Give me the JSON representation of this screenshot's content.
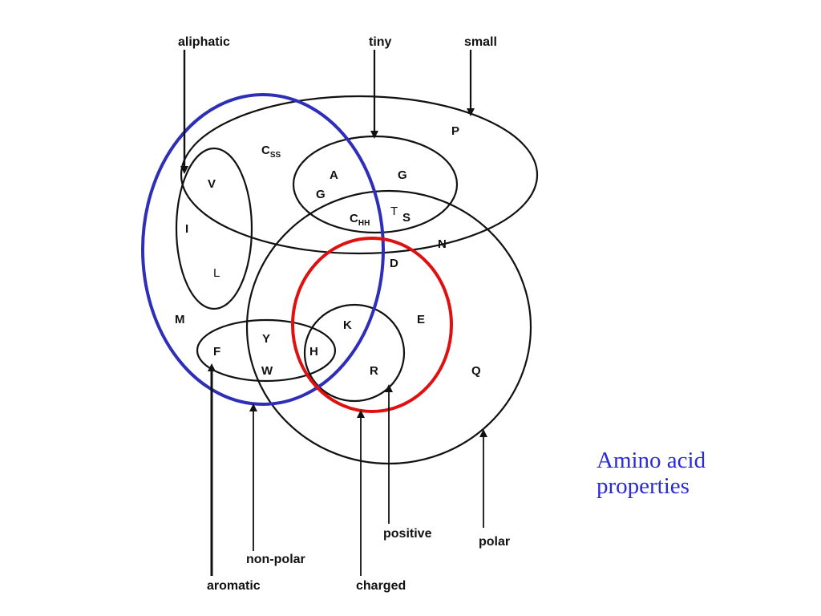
{
  "caption": {
    "line1": "Amino acid",
    "line2": "properties",
    "color": "#2a2ad6"
  },
  "colors": {
    "ink": "#111111",
    "hydrophobic_ring": "#2e2eb8",
    "charged_ring": "#e01010"
  },
  "sets": {
    "aliphatic": "aliphatic",
    "tiny": "tiny",
    "small": "small",
    "aromatic": "aromatic",
    "non_polar": "non-polar",
    "charged": "charged",
    "positive": "positive",
    "polar": "polar"
  },
  "amino_acids": {
    "P": "P",
    "Css": "C",
    "Css_sub": "SS",
    "A": "A",
    "G_tiny": "G",
    "G_left": "G",
    "V": "V",
    "I": "I",
    "L": "L",
    "Chh": "C",
    "Chh_sub": "HH",
    "T": "T",
    "S": "S",
    "N": "N",
    "D": "D",
    "M": "M",
    "K": "K",
    "E": "E",
    "F": "F",
    "Y": "Y",
    "H": "H",
    "W": "W",
    "R": "R",
    "Q": "Q"
  }
}
